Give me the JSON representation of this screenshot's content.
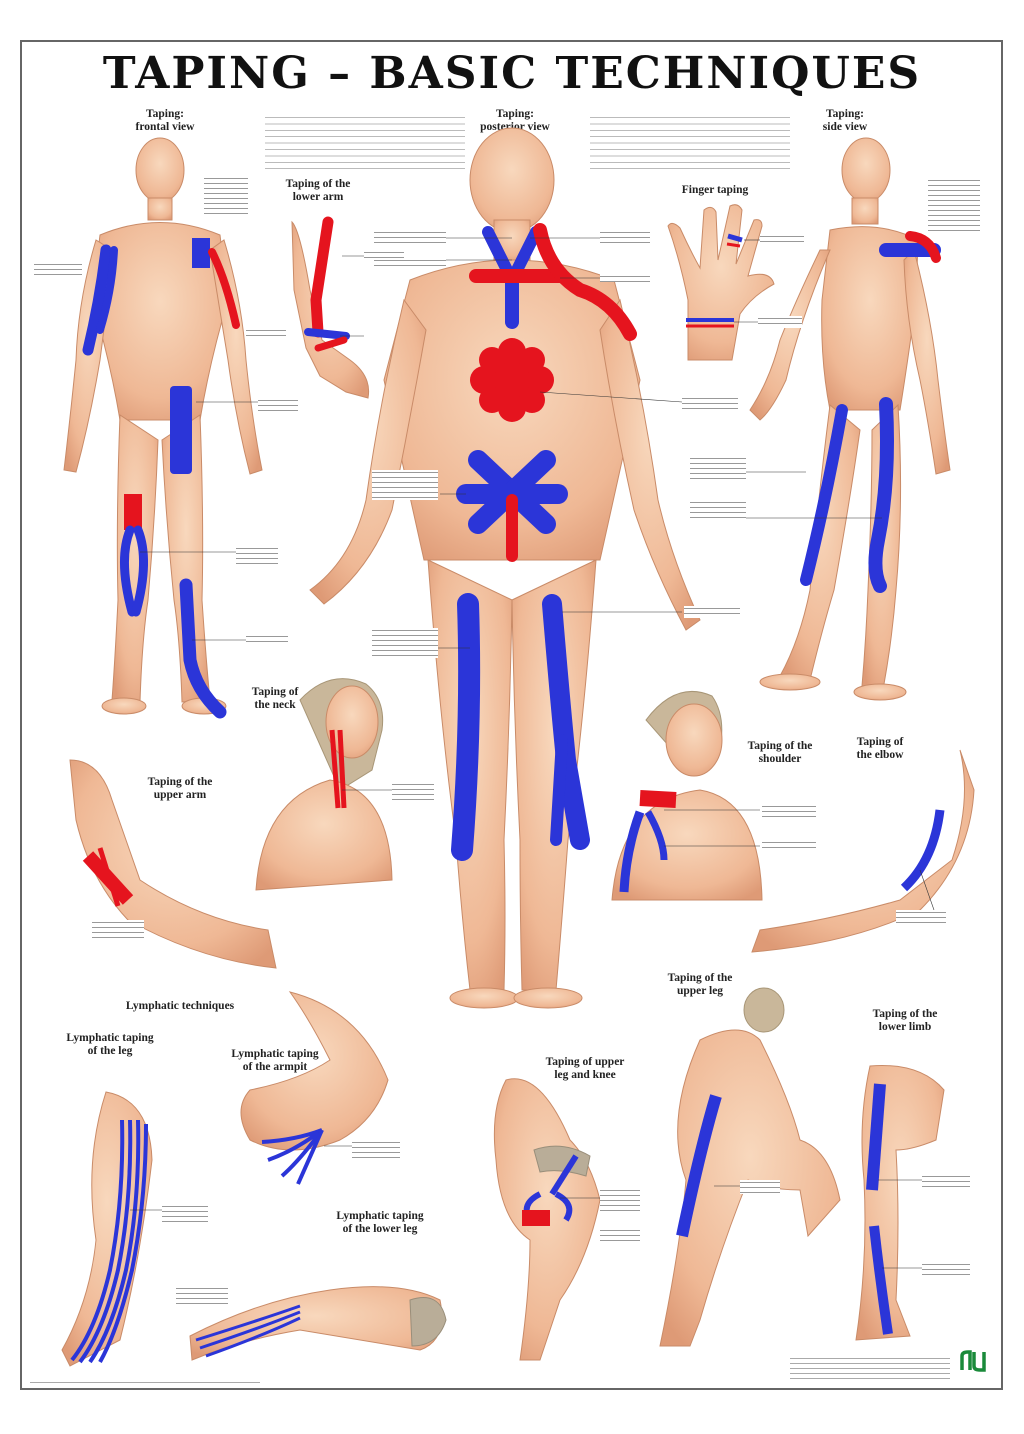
{
  "title": "TAPING – BASIC TECHNIQUES",
  "labels": {
    "frontal": "Taping:\nfrontal view",
    "posterior": "Taping:\nposterior view",
    "side": "Taping:\nside view",
    "lower_arm": "Taping of the\nlower arm",
    "finger": "Finger taping",
    "neck": "Taping of\nthe neck",
    "upper_arm": "Taping of the\nupper arm",
    "shoulder": "Taping of the\nshoulder",
    "elbow": "Taping of\nthe elbow",
    "lymphatic": "Lymphatic techniques",
    "lymph_leg": "Lymphatic taping\nof the leg",
    "lymph_armpit": "Lymphatic taping\nof the armpit",
    "lymph_lower_leg": "Lymphatic taping\nof the lower leg",
    "upper_leg_knee": "Taping of upper\nleg and knee",
    "upper_leg": "Taping of the\nupper leg",
    "lower_limb": "Taping of the\nlower limb"
  },
  "colors": {
    "skin": "#f3c5a5",
    "skin_shade": "#e2a07e",
    "tape_blue": "#2b35d8",
    "tape_red": "#e5141e",
    "hair": "#c9b79a",
    "brief": "#b9ad98"
  },
  "icons": {
    "logo": "publisher-logo-icon"
  }
}
